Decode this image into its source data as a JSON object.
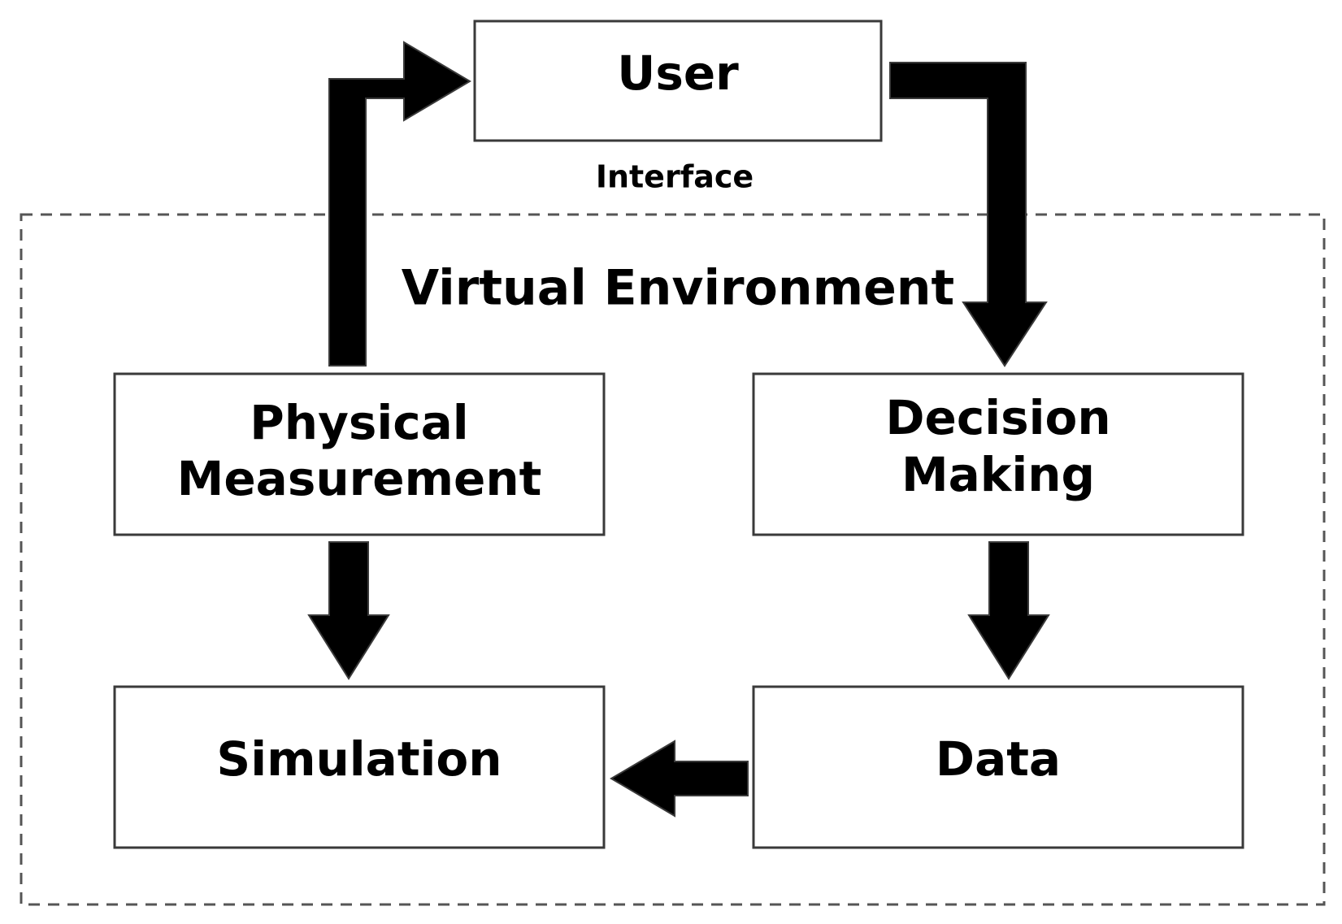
{
  "diagram": {
    "region": {
      "label": "Virtual Environment"
    },
    "interface_label": "Interface",
    "nodes": {
      "user": {
        "label": "User"
      },
      "physical_measurement": {
        "line1": "Physical",
        "line2": "Measurement"
      },
      "decision_making": {
        "line1": "Decision",
        "line2": "Making"
      },
      "simulation": {
        "label": "Simulation"
      },
      "data": {
        "label": "Data"
      }
    },
    "colors": {
      "arrow": "#000000",
      "box_border": "#3a3a3a",
      "region_border": "#555555",
      "background": "#ffffff"
    }
  }
}
